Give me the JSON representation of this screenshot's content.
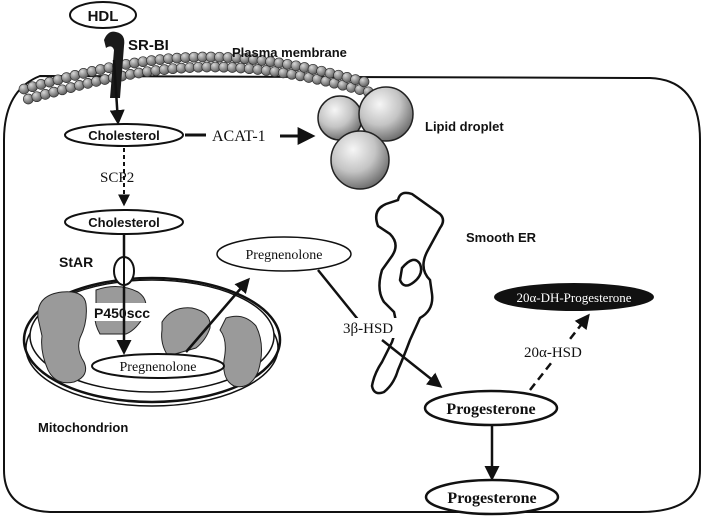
{
  "labels": {
    "hdl": "HDL",
    "sr_bi": "SR-BI",
    "plasma_membrane": "Plasma membrane",
    "cholesterol_1": "Cholesterol",
    "acat1": "ACAT-1",
    "lipid_droplet": "Lipid droplet",
    "scp2": "SCP2",
    "cholesterol_2": "Cholesterol",
    "star": "StAR",
    "pregnenolone_cyto": "Pregnenolone",
    "smooth_er": "Smooth ER",
    "p450scc": "P450scc",
    "pregnenolone_mito": "Pregnenolone",
    "hsd3b": "3β-HSD",
    "dh_progesterone": "20α-DH-Progesterone",
    "hsd20a": "20α-HSD",
    "mitochondrion": "Mitochondrion",
    "progesterone_in": "Progesterone",
    "progesterone_out": "Progesterone"
  },
  "colors": {
    "ink": "#111111",
    "membrane_bead": "#8a8a8a",
    "cristae": "#9a9a9a",
    "droplet_light": "#f4f4f4",
    "droplet_dark": "#7a7a7a",
    "dark_node_fill": "#111111",
    "dark_node_text": "#ffffff"
  }
}
